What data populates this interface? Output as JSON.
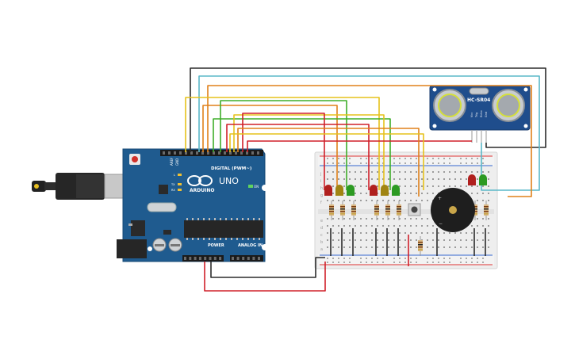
{
  "arduino": {
    "brand": "ARDUINO",
    "model": "UNO",
    "digital_label": "DIGITAL (PWM~)",
    "power_label": "POWER",
    "analog_label": "ANALOG IN",
    "on_label": "ON",
    "tx_label": "TX",
    "rx_label": "RX",
    "l_label": "L",
    "aref_label": "AREF",
    "gnd_label": "GND"
  },
  "sensor": {
    "model": "HC-SR04",
    "pin_labels": [
      "Vcc",
      "Trig",
      "Echo",
      "Gnd"
    ]
  },
  "breadboard": {
    "row_letters_top": [
      "j",
      "i",
      "h",
      "g",
      "f"
    ],
    "row_letters_bottom": [
      "e",
      "d",
      "c",
      "b",
      "a"
    ]
  },
  "leds": {
    "group_a": [
      "red",
      "yellow",
      "green"
    ],
    "group_b": [
      "red",
      "yellow",
      "green"
    ],
    "group_c": [
      "red",
      "green"
    ]
  },
  "colors": {
    "board_blue": "#1f5b8f",
    "wire_black": "#2b2b2b",
    "wire_red": "#d0202a",
    "wire_orange": "#e0801a",
    "wire_yellow": "#e6c21c",
    "wire_green": "#3fae2a",
    "wire_teal": "#5ab8c8"
  }
}
